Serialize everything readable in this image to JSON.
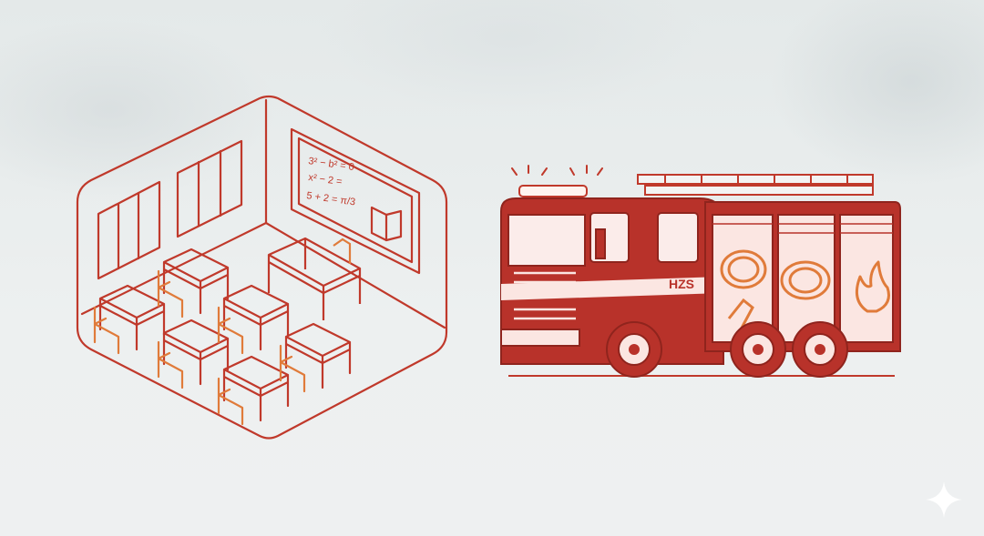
{
  "scene": {
    "truck_label": "HZS",
    "blackboard_lines": [
      "3² − b² = 0",
      "x² − 2 =",
      "5 + 2 = π/3"
    ]
  },
  "colors": {
    "line": "#c0392b",
    "truck_fill": "#b8322a",
    "accent_orange": "#e07b3a",
    "background": "#eceff0",
    "sparkle": "#ffffff"
  },
  "icons": [
    "sparkle-icon"
  ]
}
